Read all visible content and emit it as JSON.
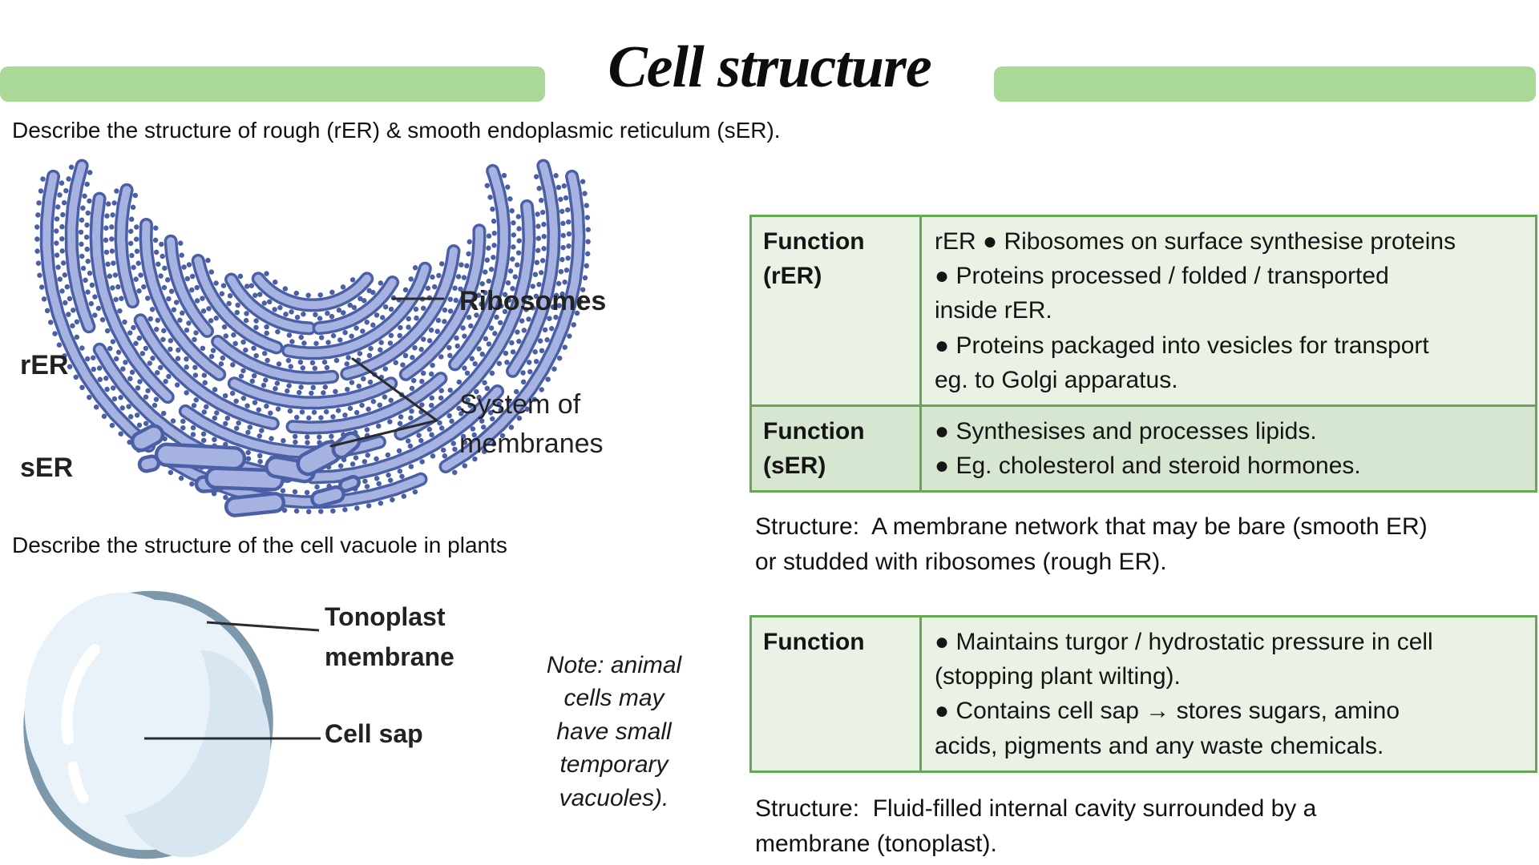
{
  "title": "Cell structure",
  "question_er": "Describe the structure of rough (rER) & smooth endoplasmic reticulum (sER).",
  "question_vacuole": "Describe the structure of the cell vacuole in plants",
  "er_diagram": {
    "label_rer": "rER",
    "label_ser": "sER",
    "label_ribosomes": "Ribosomes",
    "label_system": "System of\nmembranes"
  },
  "vacuole_diagram": {
    "label_tonoplast": "Tonoplast\nmembrane",
    "label_cellsap": "Cell sap",
    "note": "Note: animal\ncells may\nhave small\ntemporary\nvacuoles)."
  },
  "table_er": {
    "rows": [
      {
        "header": "Function\n(rER)",
        "items": [
          "rER ● Ribosomes on surface synthesise proteins",
          "● Proteins processed / folded / transported\ninside rER.",
          "● Proteins packaged into vesicles for transport\neg. to Golgi apparatus."
        ]
      },
      {
        "header": "Function\n(sER)",
        "items": [
          "● Synthesises and processes lipids.",
          "● Eg. cholesterol and steroid hormones."
        ]
      }
    ]
  },
  "structure_er": "Structure:  A membrane network that may be bare (smooth ER)\nor studded with ribosomes (rough ER).",
  "table_vacuole": {
    "rows": [
      {
        "header": "Function",
        "items": [
          "● Maintains turgor / hydrostatic pressure in cell\n(stopping plant wilting).",
          "● Contains cell sap → stores sugars, amino\nacids, pigments and any waste chemicals."
        ]
      }
    ]
  },
  "structure_vacuole": "Structure:  Fluid-filled internal cavity surrounded by a\nmembrane (tonoplast).",
  "colors": {
    "title_bar_green": "#a9d899",
    "table_border_green": "#65a854",
    "table_row_light": "#eaf2e5",
    "table_row_dark": "#d7e6d0",
    "er_membrane_fill": "#a6b3e0",
    "er_membrane_outline": "#4b5fa6",
    "vacuole_outline": "#7e98ab",
    "vacuole_fill": "#e9f2f9"
  }
}
